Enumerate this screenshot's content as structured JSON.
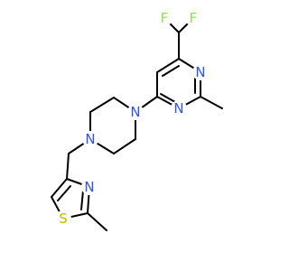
{
  "molecule": {
    "colors": {
      "bond": "#000000",
      "carbon": "#000000",
      "nitrogen": "#3050F8",
      "fluorine": "#90E050",
      "sulfur": "#C8B400",
      "background": "#ffffff"
    },
    "atom_labels": {
      "f1": "F",
      "f2": "F",
      "n_pyr1": "N",
      "n_pyr2": "N",
      "n_pip1": "N",
      "n_pip2": "N",
      "n_thz": "N",
      "s_thz": "S"
    }
  }
}
